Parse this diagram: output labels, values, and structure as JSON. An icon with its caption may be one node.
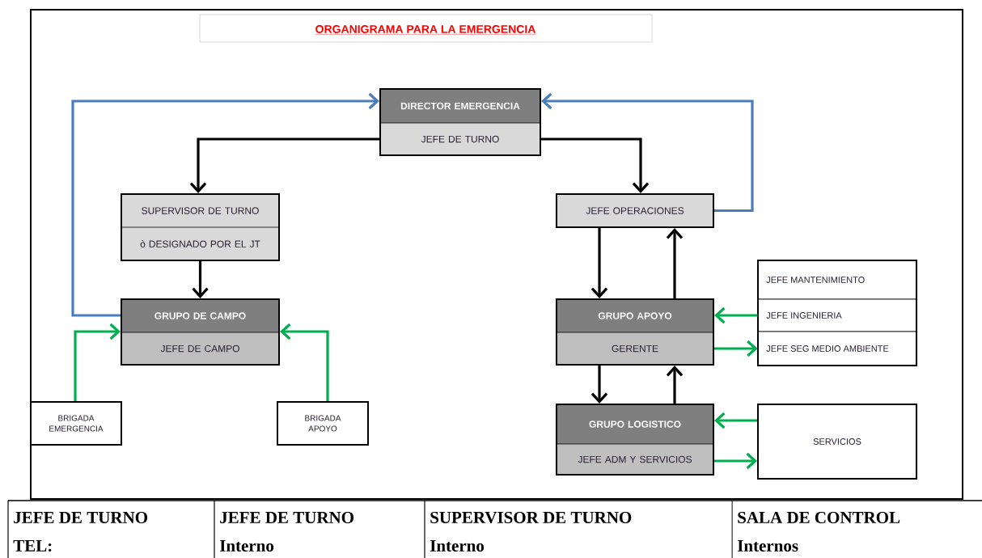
{
  "diagram": {
    "title": "ORGANIGRAMA PARA LA EMERGENCIA",
    "nodes": [
      {
        "text": [
          "DIRECTOR EMERGENCIA",
          "JEFE DE TURNO"
        ]
      },
      {
        "text": [
          "SUPERVISOR DE TURNO",
          "ò DESIGNADO POR EL JT"
        ]
      },
      {
        "text": [
          "JEFE OPERACIONES"
        ]
      },
      {
        "text": [
          "JEFE MANTENIMIENTO"
        ]
      },
      {
        "text": [
          "GRUPO DE CAMPO",
          "JEFE DE CAMPO"
        ]
      },
      {
        "text": [
          "GRUPO APOYO",
          "GERENTE"
        ]
      },
      {
        "text": [
          "JEFE  INGENIERIA"
        ]
      },
      {
        "text": [
          "JEFE SEG MEDIO AMBIENTE"
        ]
      },
      {
        "text": [
          "BRIGADA EMERGENCIA"
        ]
      },
      {
        "text": [
          "BRIGADA APOYO"
        ]
      },
      {
        "text": [
          "GRUPO LOGISTICO",
          "JEFE ADM Y SERVICIOS"
        ]
      },
      {
        "text": [
          "SERVICIOS"
        ]
      }
    ],
    "edges": [
      {
        "from": 0,
        "to": 1,
        "arrow": "to"
      },
      {
        "from": 0,
        "to": 2,
        "arrow": "to"
      },
      {
        "from": 2,
        "to": 5,
        "arrow": "to"
      },
      {
        "from": 5,
        "to": 2,
        "arrow": "to"
      },
      {
        "from": 1,
        "to": 4,
        "arrow": "to"
      },
      {
        "from": 4,
        "to": 0,
        "arrow": "to",
        "color": "#4a7ebb"
      },
      {
        "from": 2,
        "to": 0,
        "arrow": "to",
        "color": "#4a7ebb"
      },
      {
        "from": 8,
        "to": 4,
        "arrow": "to",
        "color": "#00b050"
      },
      {
        "from": 9,
        "to": 4,
        "arrow": "to",
        "color": "#00b050"
      },
      {
        "from": 6,
        "to": 5,
        "arrow": "to",
        "color": "#00b050"
      },
      {
        "from": 5,
        "to": 7,
        "arrow": "to",
        "color": "#00b050"
      },
      {
        "from": 5,
        "to": 10,
        "arrow": "to"
      },
      {
        "from": 10,
        "to": 5,
        "arrow": "to"
      },
      {
        "from": 11,
        "to": 10,
        "arrow": "to",
        "color": "#00b050"
      },
      {
        "from": 10,
        "to": 11,
        "arrow": "to",
        "color": "#00b050"
      }
    ],
    "labels": [
      "JEFE DE TURNO",
      "JEFE DE TURNO",
      "SUPERVISOR DE TURNO",
      "SALA DE CONTROL",
      "TEL:",
      "Interno",
      "Interno",
      "Internos"
    ]
  }
}
